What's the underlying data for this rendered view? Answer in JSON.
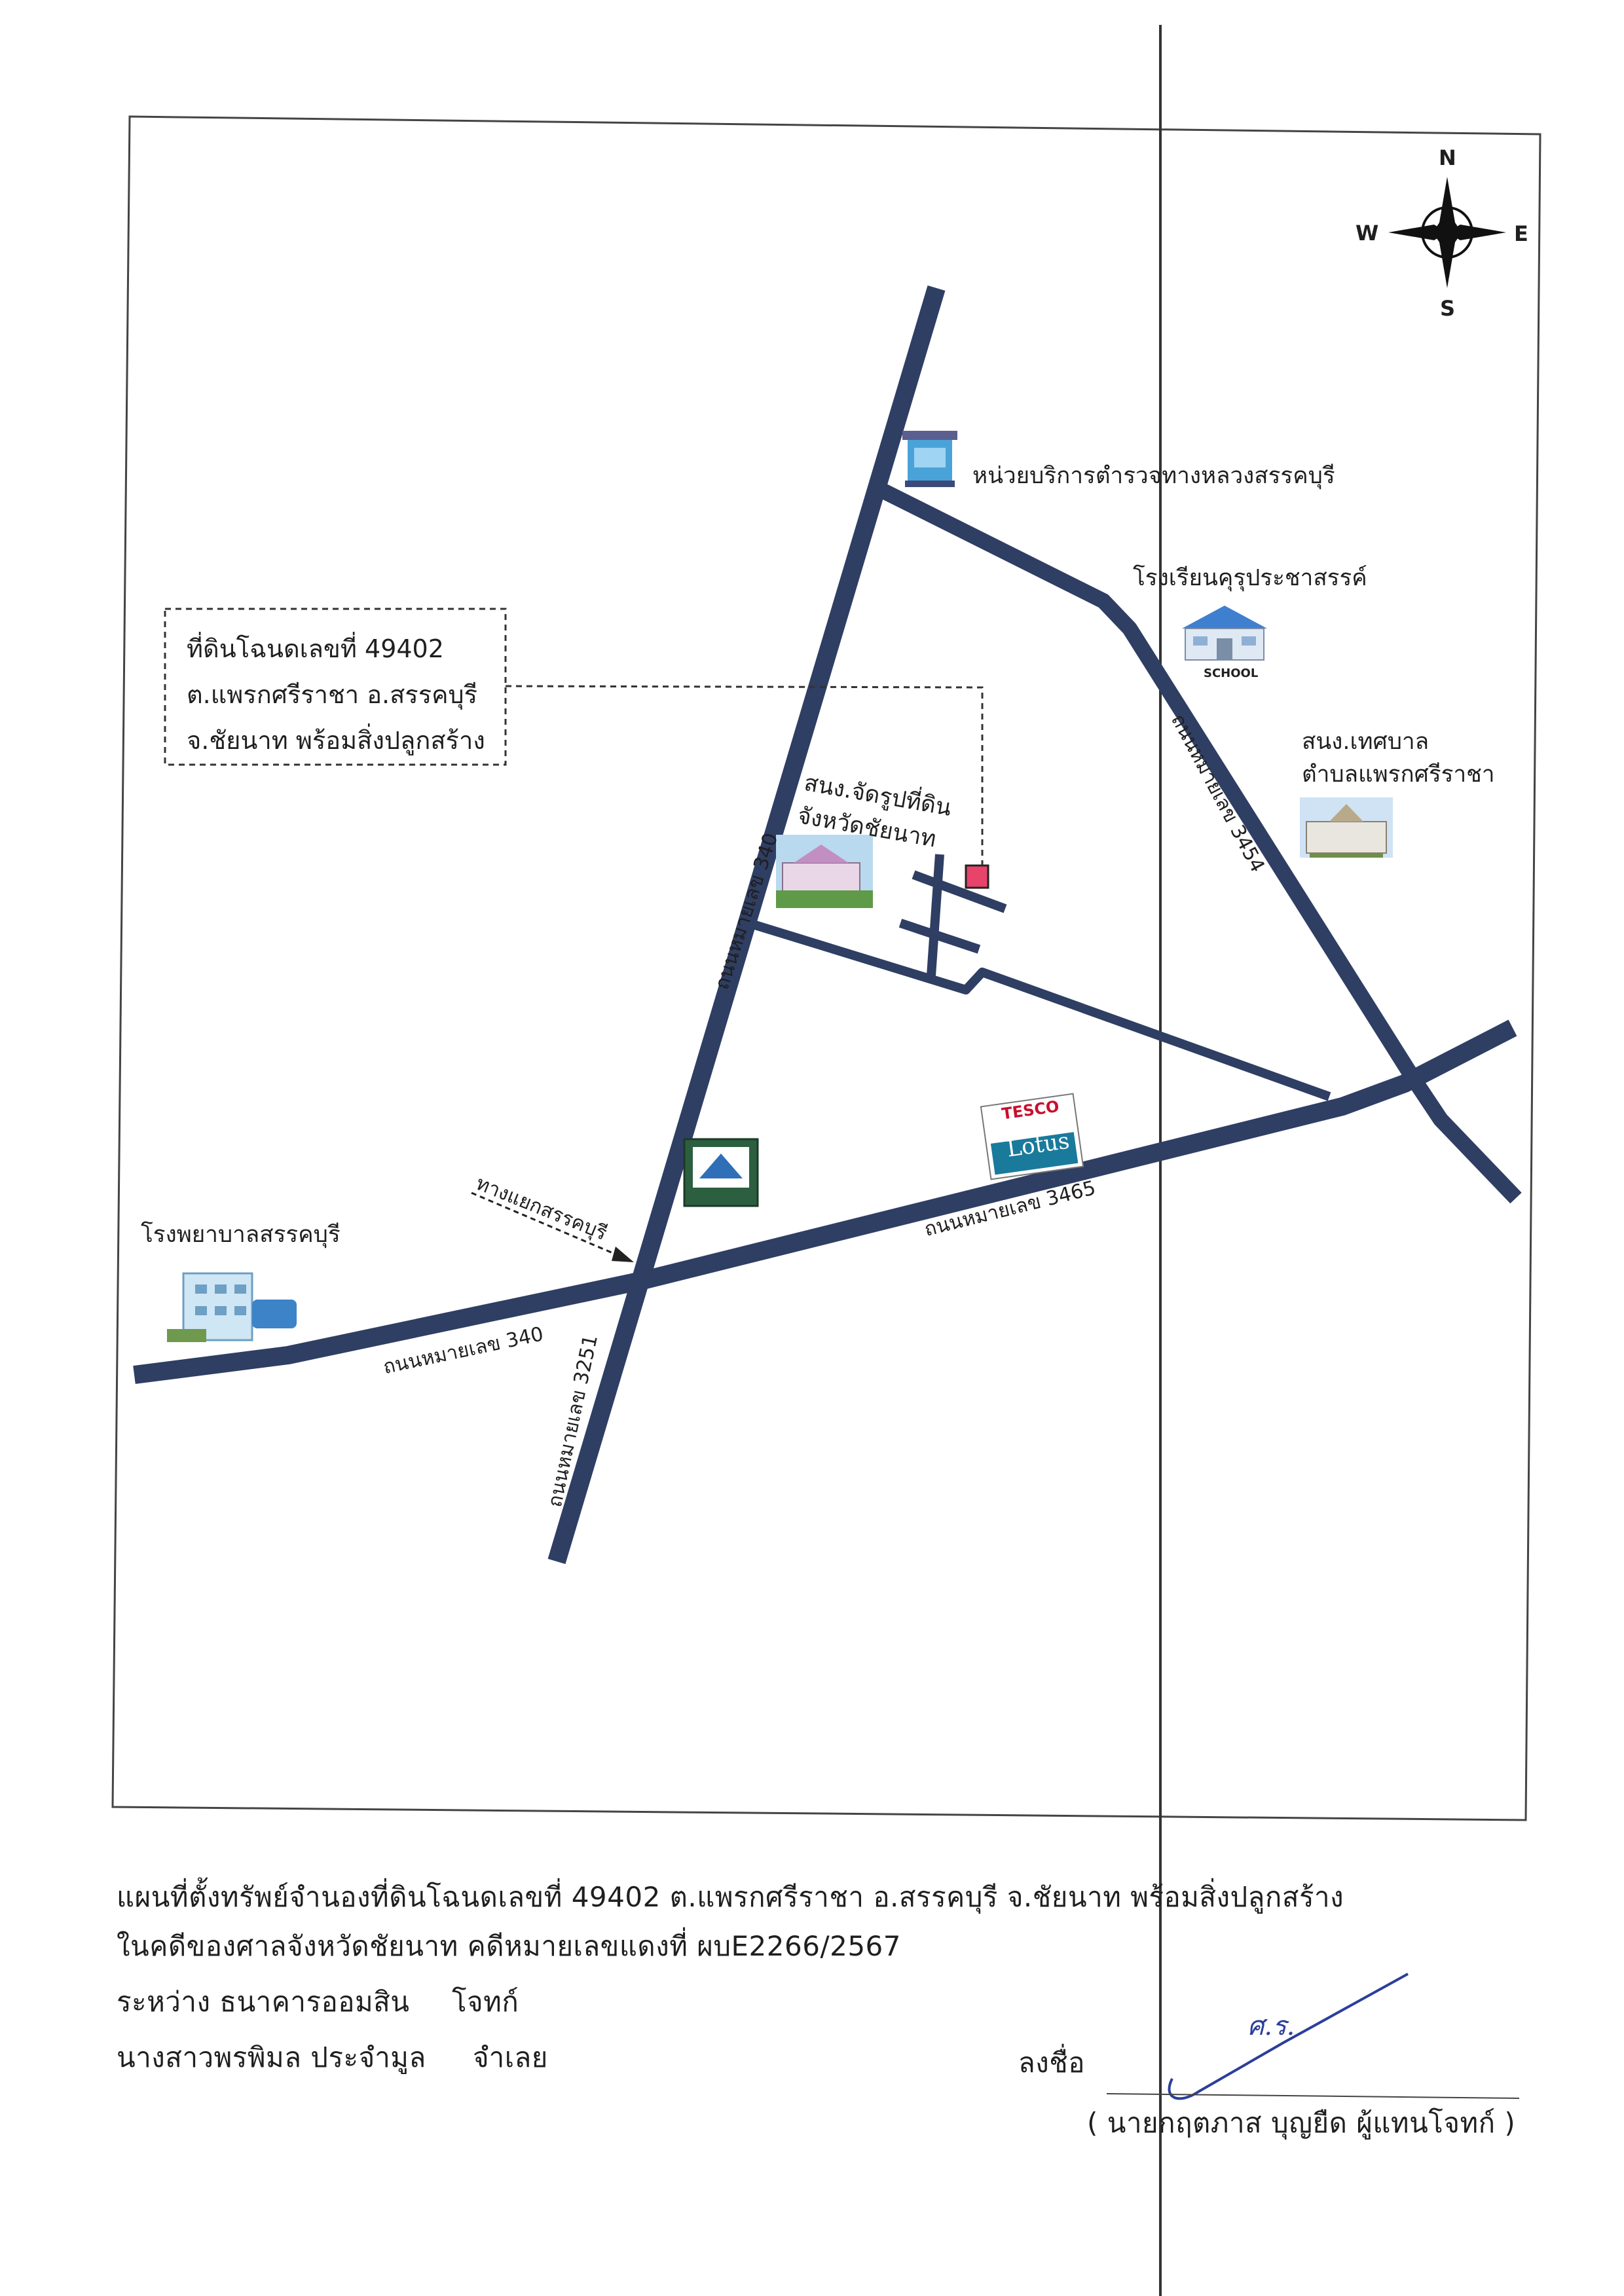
{
  "compass": {
    "north": "N",
    "south": "S",
    "west": "W",
    "east": "E"
  },
  "callout": {
    "line1": "ที่ดินโฉนดเลขที่ 49402",
    "line2": "ต.แพรกศรีราชา  อ.สรรคบุรี",
    "line3": "จ.ชัยนาท  พร้อมสิ่งปลูกสร้าง"
  },
  "landmarks": {
    "police": "หน่วยบริการตำรวจทางหลวงสรรคบุรี",
    "school": "โรงเรียนคุรุประชาสรรค์",
    "school_sign": "SCHOOL",
    "municipality_line1": "สนง.เทศบาล",
    "municipality_line2": "ตำบลแพรกศรีราชา",
    "land_office_line1": "สนง.จัดรูปที่ดิน",
    "land_office_line2": "จังหวัดชัยนาท",
    "hospital": "โรงพยาบาลสรรคบุรี",
    "junction": "ทางแยกสรรคบุรี",
    "tesco_top": "TESCO",
    "tesco_bottom": "Lotus"
  },
  "roads": {
    "r340_north": "ถนนหมายเลข 340",
    "r3454": "ถนนหมายเลข 3454",
    "r3465": "ถนนหมายเลข 3465",
    "r340_west": "ถนนหมายเลข 340",
    "r3251": "ถนนหมายเลข 3251"
  },
  "footer": {
    "line1": "แผนที่ตั้งทรัพย์จำนองที่ดินโฉนดเลขที่ 49402  ต.แพรกศรีราชา  อ.สรรคบุรี  จ.ชัยนาท  พร้อมสิ่งปลูกสร้าง",
    "line2": "ในคดีของศาลจังหวัดชัยนาท  คดีหมายเลขแดงที่ ผบE2266/2567",
    "line3_a": "ระหว่าง  ธนาคารออมสิน",
    "line3_b": "โจทก์",
    "line4_a": "นางสาวพรพิมล  ประจำมูล",
    "line4_b": "จำเลย",
    "sign_label": "ลงชื่อ",
    "signer": "( นายกฤตภาส  บุญยืด ผู้แทนโจทก์ )"
  },
  "colors": {
    "road": "#2f3e63",
    "plot": "#e8436a",
    "ink": "#1f1f1f"
  }
}
